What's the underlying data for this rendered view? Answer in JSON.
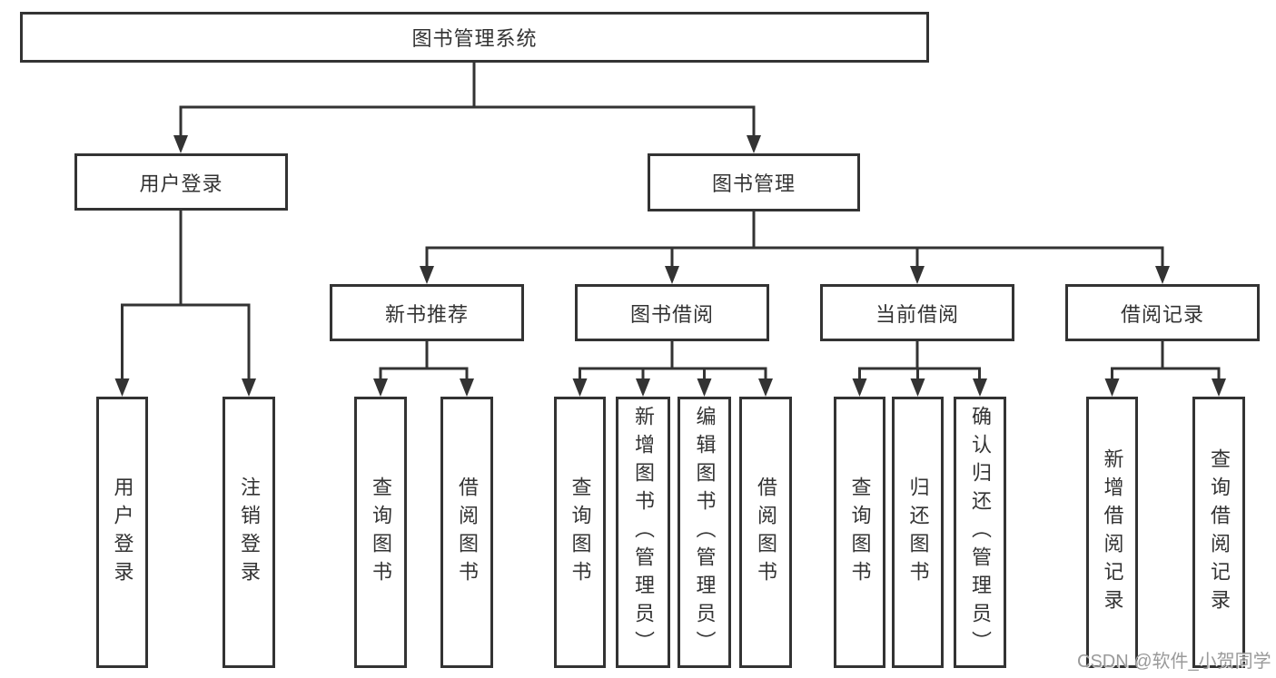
{
  "diagram": {
    "root": "图书管理系统",
    "branches": [
      {
        "label": "用户登录",
        "children": [
          "用户登录",
          "注销登录"
        ]
      },
      {
        "label": "图书管理",
        "groups": [
          {
            "label": "新书推荐",
            "children": [
              "查询图书",
              "借阅图书"
            ]
          },
          {
            "label": "图书借阅",
            "children": [
              "查询图书",
              "新增图书（管理员）",
              "编辑图书（管理员）",
              "借阅图书"
            ]
          },
          {
            "label": "当前借阅",
            "children": [
              "查询图书",
              "归还图书",
              "确认归还（管理员）"
            ]
          },
          {
            "label": "借阅记录",
            "children": [
              "新增借阅记录",
              "查询借阅记录"
            ]
          }
        ]
      }
    ]
  },
  "watermark": "CSDN @软件_小贺同学",
  "colors": {
    "line": "#333333",
    "text": "#333333",
    "background": "#ffffff",
    "watermark": "#9a9a9a"
  }
}
